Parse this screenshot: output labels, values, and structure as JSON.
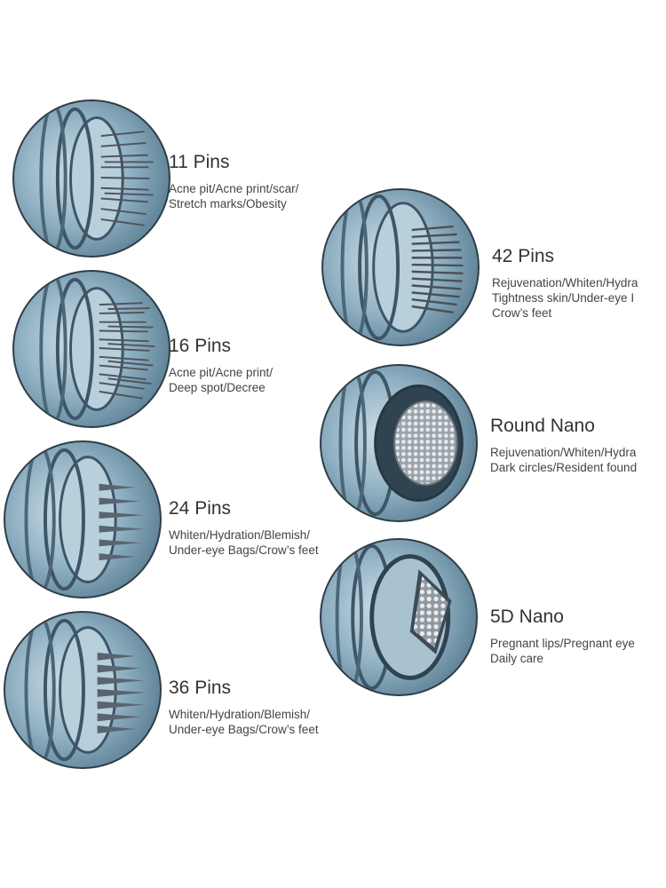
{
  "products": [
    {
      "name": "11 Pins",
      "lines": [
        "Acne pit/Acne print/scar/",
        "Stretch marks/Obesity"
      ],
      "icon": "needle-cartridge-11-pins-icon"
    },
    {
      "name": "16 Pins",
      "lines": [
        "Acne pit/Acne print/",
        "Deep spot/Decree"
      ],
      "icon": "needle-cartridge-16-pins-icon"
    },
    {
      "name": "24 Pins",
      "lines": [
        "Whiten/Hydration/Blemish/",
        "Under-eye Bags/Crow’s feet"
      ],
      "icon": "needle-cartridge-24-pins-icon"
    },
    {
      "name": "36 Pins",
      "lines": [
        "Whiten/Hydration/Blemish/",
        "Under-eye Bags/Crow’s feet"
      ],
      "icon": "needle-cartridge-36-pins-icon"
    },
    {
      "name": "42 Pins",
      "lines": [
        "Rejuvenation/Whiten/Hydra",
        "Tightness skin/Under-eye I",
        "Crow’s feet"
      ],
      "icon": "needle-cartridge-42-pins-icon"
    },
    {
      "name": "Round Nano",
      "lines": [
        "Rejuvenation/Whiten/Hydra",
        "Dark circles/Resident found"
      ],
      "icon": "nano-cartridge-round-icon"
    },
    {
      "name": "5D Nano",
      "lines": [
        "Pregnant lips/Pregnant eye",
        "Daily care"
      ],
      "icon": "nano-cartridge-5d-icon"
    }
  ],
  "colors": {
    "cartridge_body": "#8fb0c2",
    "cartridge_dark": "#2f3e48",
    "needle": "#5a5f66"
  }
}
